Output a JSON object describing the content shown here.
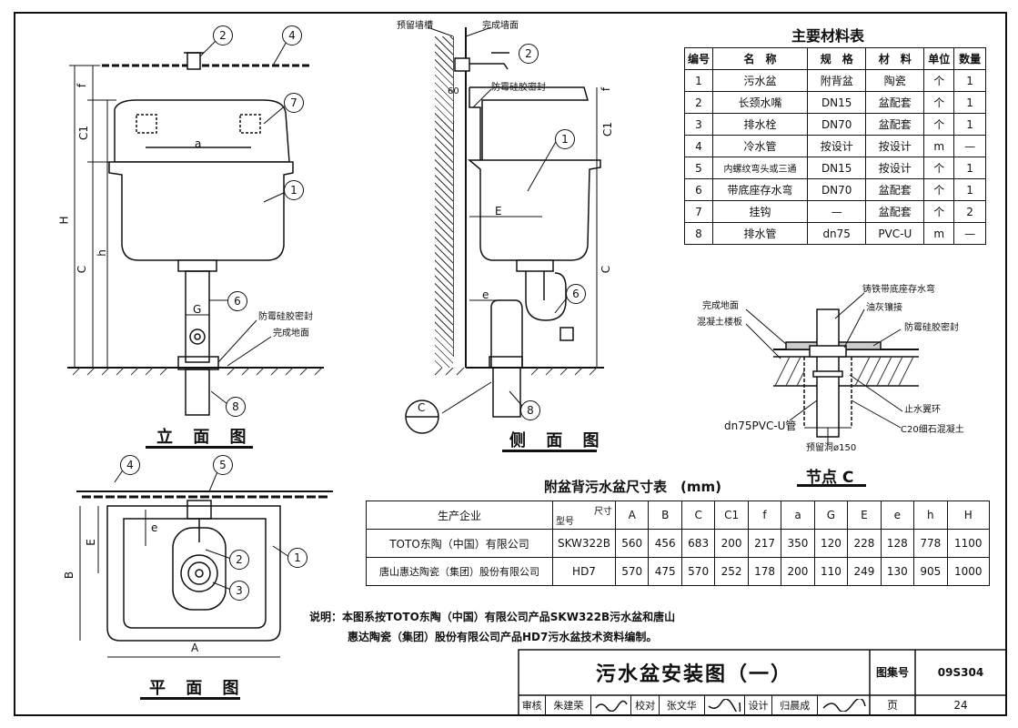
{
  "views": {
    "elevation_title": "立 面 图",
    "side_title": "侧 面 图",
    "plan_title": "平 面 图",
    "node_title": "节点 C"
  },
  "labels": {
    "reserved_wall": "预留墙槽",
    "finished_wall": "完成墙面",
    "silicone_seal": "防霉硅胶密封",
    "finished_floor": "完成地面",
    "concrete_slab": "混凝土楼板",
    "cast_iron_trap": "铸铁带底座存水弯",
    "putty_joint": "油灰镶接",
    "water_ring": "止水翼环",
    "c20_concrete": "C20细石混凝土",
    "pipe_dn75": "dn75PVC-U管",
    "reserved_hole": "预留洞ø150",
    "dim_60": "60",
    "callout_c": "C"
  },
  "dims": {
    "H": "H",
    "h": "h",
    "C": "C",
    "C1": "C1",
    "f": "f",
    "a": "a",
    "G": "G",
    "E": "E",
    "e": "e",
    "A": "A",
    "B": "B"
  },
  "callouts": [
    "1",
    "2",
    "3",
    "4",
    "5",
    "6",
    "7",
    "8"
  ],
  "materials": {
    "title": "主要材料表",
    "headers": [
      "编号",
      "名　称",
      "规　格",
      "材　料",
      "单位",
      "数量"
    ],
    "rows": [
      [
        "1",
        "污水盆",
        "附背盆",
        "陶瓷",
        "个",
        "1"
      ],
      [
        "2",
        "长颈水嘴",
        "DN15",
        "盆配套",
        "个",
        "1"
      ],
      [
        "3",
        "排水栓",
        "DN70",
        "盆配套",
        "个",
        "1"
      ],
      [
        "4",
        "冷水管",
        "按设计",
        "按设计",
        "m",
        "—"
      ],
      [
        "5",
        "内螺纹弯头或三通",
        "DN15",
        "按设计",
        "个",
        "1"
      ],
      [
        "6",
        "带底座存水弯",
        "DN70",
        "盆配套",
        "个",
        "1"
      ],
      [
        "7",
        "挂钩",
        "—",
        "盆配套",
        "个",
        "2"
      ],
      [
        "8",
        "排水管",
        "dn75",
        "PVC-U",
        "m",
        "—"
      ]
    ]
  },
  "dimension_table": {
    "title": "附盆背污水盆尺寸表　(mm)",
    "header_company": "生产企业",
    "header_model": "型号",
    "header_size": "尺寸",
    "columns": [
      "A",
      "B",
      "C",
      "C1",
      "f",
      "a",
      "G",
      "E",
      "e",
      "h",
      "H"
    ],
    "rows": [
      {
        "company": "TOTO东陶（中国）有限公司",
        "model": "SKW322B",
        "values": [
          "560",
          "456",
          "683",
          "200",
          "217",
          "350",
          "120",
          "228",
          "128",
          "778",
          "1100"
        ]
      },
      {
        "company": "唐山惠达陶瓷（集团）股份有限公司",
        "model": "HD7",
        "values": [
          "570",
          "475",
          "570",
          "252",
          "178",
          "200",
          "110",
          "249",
          "130",
          "905",
          "1000"
        ]
      }
    ]
  },
  "note": {
    "line1": "说明：本图系按TOTO东陶（中国）有限公司产品SKW322B污水盆和唐山",
    "line2": "惠达陶瓷（集团）股份有限公司产品HD7污水盆技术资料编制。"
  },
  "title_block": {
    "drawing_title": "污水盆安装图（一）",
    "atlas_label": "图集号",
    "atlas_no": "09S304",
    "review_label": "审核",
    "review_name": "朱建荣",
    "check_label": "校对",
    "check_name": "张文华",
    "design_label": "设计",
    "design_name": "归晨成",
    "page_label": "页",
    "page_no": "24"
  }
}
